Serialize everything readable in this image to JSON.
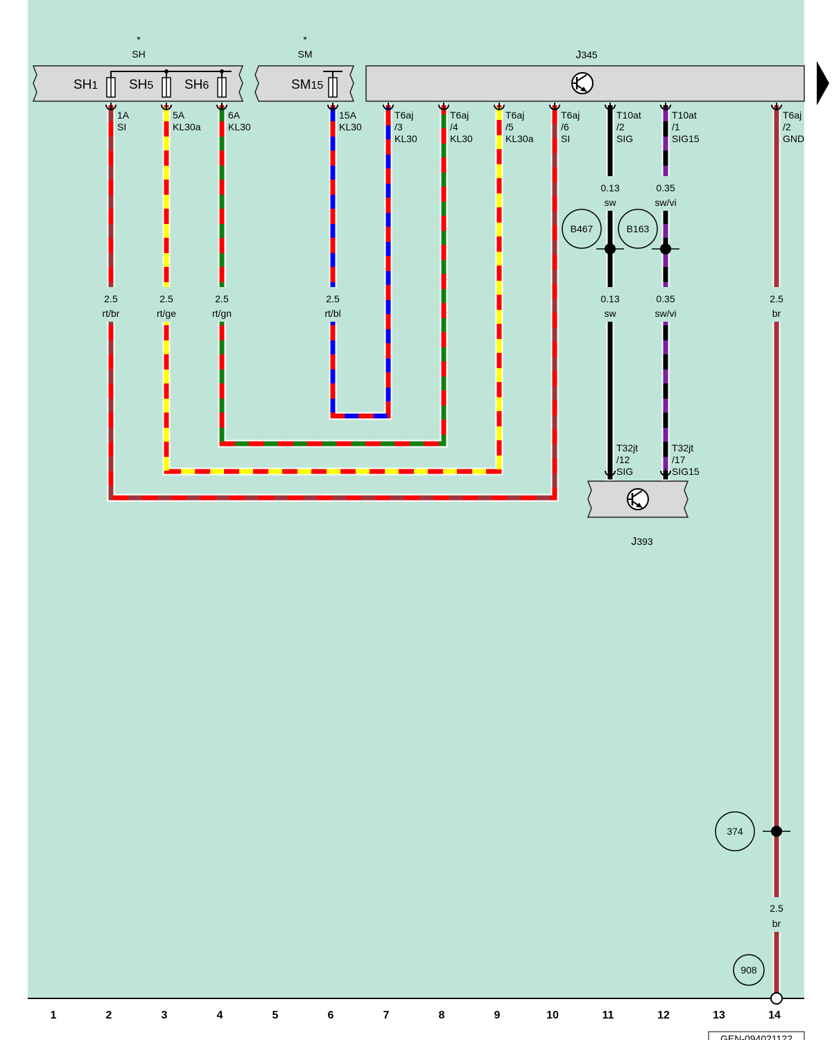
{
  "colors": {
    "background": "#bfe5d9",
    "component_fill": "#d9d9d9",
    "rt": "#ff0000",
    "br": "#a0343b",
    "ge": "#ffff00",
    "gn": "#108010",
    "bl": "#0000ff",
    "sw": "#000000",
    "vi": "#7a1fa0"
  },
  "components": {
    "sh": {
      "star": "*",
      "title": "SH",
      "fuses": [
        {
          "pre": "SH",
          "num": "1"
        },
        {
          "pre": "SH",
          "num": "5"
        },
        {
          "pre": "SH",
          "num": "6"
        }
      ]
    },
    "sm": {
      "star": "*",
      "title": "SM",
      "fuse": {
        "pre": "SM",
        "num": "15"
      }
    },
    "j345": {
      "pre": "J",
      "num": "345",
      "icon": "transistor-icon"
    },
    "j393": {
      "pre": "J",
      "num": "393",
      "icon": "transistor-icon"
    }
  },
  "pins": [
    {
      "id": "pin-sh-1a",
      "lines": [
        "1A",
        "SI"
      ]
    },
    {
      "id": "pin-sh-5a",
      "lines": [
        "5A",
        "KL30a"
      ]
    },
    {
      "id": "pin-sh-6a",
      "lines": [
        "6A",
        "KL30"
      ]
    },
    {
      "id": "pin-sm-15a",
      "lines": [
        "15A",
        "KL30"
      ]
    },
    {
      "id": "pin-j345-t6aj-3",
      "lines": [
        "T6aj",
        "/3",
        "KL30"
      ]
    },
    {
      "id": "pin-j345-t6aj-4",
      "lines": [
        "T6aj",
        "/4",
        "KL30"
      ]
    },
    {
      "id": "pin-j345-t6aj-5",
      "lines": [
        "T6aj",
        "/5",
        "KL30a"
      ]
    },
    {
      "id": "pin-j345-t6aj-6",
      "lines": [
        "T6aj",
        "/6",
        "SI"
      ]
    },
    {
      "id": "pin-j345-t10at-2",
      "lines": [
        "T10at",
        "/2",
        "SIG"
      ]
    },
    {
      "id": "pin-j345-t10at-1",
      "lines": [
        "T10at",
        "/1",
        "SIG15"
      ]
    },
    {
      "id": "pin-j345-t6aj-2",
      "lines": [
        "T6aj",
        "/2",
        "GND"
      ]
    },
    {
      "id": "pin-j393-t32jt-12",
      "lines": [
        "T32jt",
        "/12",
        "SIG"
      ]
    },
    {
      "id": "pin-j393-t32jt-17",
      "lines": [
        "T32jt",
        "/17",
        "SIG15"
      ]
    }
  ],
  "wire_labels": [
    {
      "id": "w-rt-br",
      "size": "2.5",
      "color": "rt/br"
    },
    {
      "id": "w-rt-ge",
      "size": "2.5",
      "color": "rt/ge"
    },
    {
      "id": "w-rt-gn",
      "size": "2.5",
      "color": "rt/gn"
    },
    {
      "id": "w-rt-bl",
      "size": "2.5",
      "color": "rt/bl"
    },
    {
      "id": "w-sw-a",
      "size": "0.13",
      "color": "sw"
    },
    {
      "id": "w-swvi-a",
      "size": "0.35",
      "color": "sw/vi"
    },
    {
      "id": "w-sw-b",
      "size": "0.13",
      "color": "sw"
    },
    {
      "id": "w-swvi-b",
      "size": "0.35",
      "color": "sw/vi"
    },
    {
      "id": "w-br-a",
      "size": "2.5",
      "color": "br"
    },
    {
      "id": "w-br-b",
      "size": "2.5",
      "color": "br"
    }
  ],
  "splices": [
    "B467",
    "B163",
    "374"
  ],
  "ground_point": "908",
  "column_numbers": [
    "1",
    "2",
    "3",
    "4",
    "5",
    "6",
    "7",
    "8",
    "9",
    "10",
    "11",
    "12",
    "13",
    "14"
  ],
  "diagram_code": "GEN-094021122"
}
